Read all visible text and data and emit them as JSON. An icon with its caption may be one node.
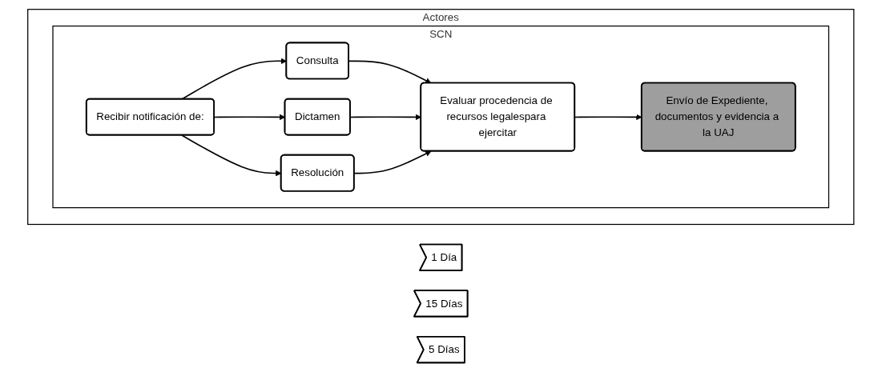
{
  "diagram": {
    "nodes": [
      {
        "text": [
          "1 Día"
        ]
      },
      {
        "text": [
          "15 Días"
        ]
      },
      {
        "text": [
          "5 Días"
        ]
      },
      {
        "text": [
          "Actores"
        ]
      },
      {
        "text": [
          "SCN"
        ],
        "in": 3
      },
      {
        "text": [
          "Recibir notificación de:"
        ],
        "in": 4
      },
      {
        "text": [
          "Consulta"
        ],
        "in": 4
      },
      {
        "text": [
          "Dictamen"
        ],
        "in": 4
      },
      {
        "text": [
          "Resolución"
        ],
        "in": 4
      },
      {
        "text": [
          "Evaluar procedencia de recursos legalespara ejercitar"
        ],
        "in": 4
      },
      {
        "text": [
          "Envío de Expediente, documentos y evidencia a la UAJ"
        ],
        "in": 4
      }
    ],
    "edges": [
      {
        "from": 5,
        "to": 6,
        "arrow": "to"
      },
      {
        "from": 5,
        "to": 7,
        "arrow": "to"
      },
      {
        "from": 5,
        "to": 8,
        "arrow": "to"
      },
      {
        "from": 6,
        "to": 9,
        "arrow": "to"
      },
      {
        "from": 7,
        "to": 9,
        "arrow": "to"
      },
      {
        "from": 8,
        "to": 9,
        "arrow": "to"
      },
      {
        "from": 9,
        "to": 10,
        "arrow": "to"
      }
    ]
  }
}
